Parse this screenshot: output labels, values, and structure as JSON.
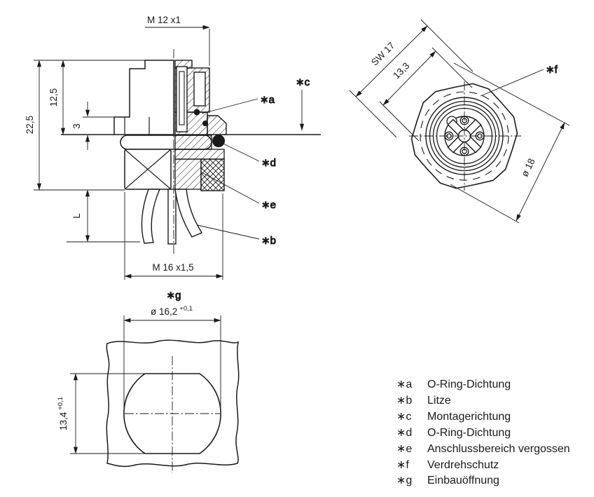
{
  "drawing": {
    "colors": {
      "ink": "#1a1a1a",
      "paper": "#ffffff"
    },
    "section_view": {
      "dims": {
        "thread_top": "M 12 x1",
        "height_total": "22,5",
        "height_upper": "12,5",
        "flange_thickness": "3",
        "wire_length": "L",
        "thread_bottom": "M 16 x1,5"
      },
      "callouts": {
        "a": "∗a",
        "b": "∗b",
        "c": "∗c",
        "d": "∗d",
        "e": "∗e"
      }
    },
    "front_view": {
      "dims": {
        "wrench_size": "SW 17",
        "face_width": "13,3",
        "outer_dia": "ø 18"
      },
      "callouts": {
        "f": "∗f"
      }
    },
    "hole_view": {
      "title": "∗g",
      "dia": "ø 16,2",
      "dia_tol": "+0,1",
      "height": "13,4",
      "height_tol": "+0,1"
    },
    "legend": {
      "items": [
        {
          "key": "∗a",
          "label": "O-Ring-Dichtung"
        },
        {
          "key": "∗b",
          "label": "Litze"
        },
        {
          "key": "∗c",
          "label": "Montagerichtung"
        },
        {
          "key": "∗d",
          "label": "O-Ring-Dichtung"
        },
        {
          "key": "∗e",
          "label": "Anschlussbereich vergossen"
        },
        {
          "key": "∗f",
          "label": "Verdrehschutz"
        },
        {
          "key": "∗g",
          "label": "Einbauöffnung"
        }
      ]
    }
  }
}
